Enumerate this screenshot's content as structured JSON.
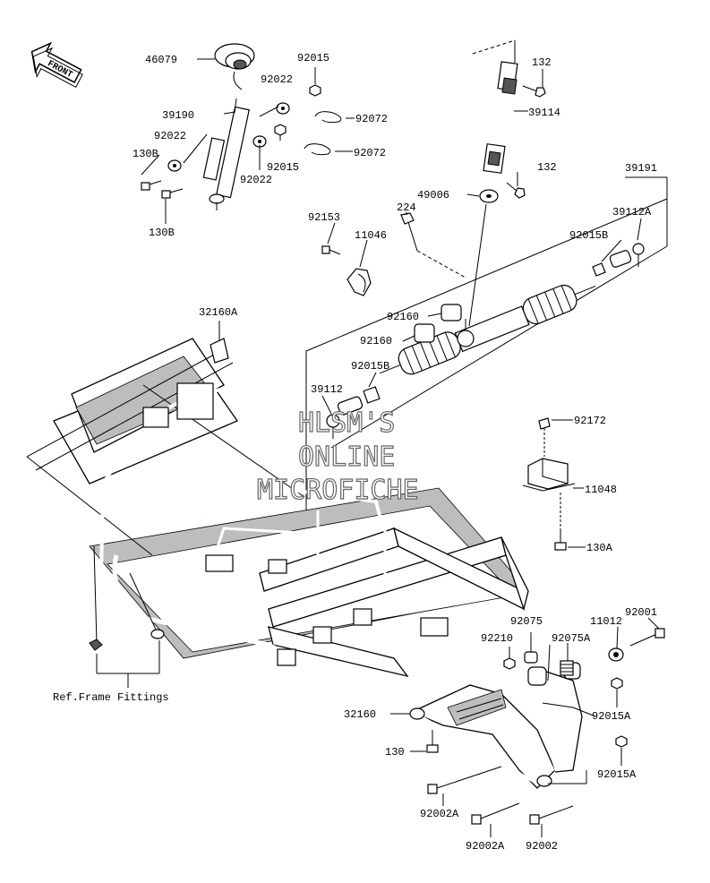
{
  "front_badge": "FRONT",
  "ref_note": "Ref.Frame Fittings",
  "watermark": {
    "line1": "HLSM'S",
    "line2": "ONLINE",
    "line3": "MICROFICHE"
  },
  "parts": [
    {
      "id": "p46079",
      "label": "46079"
    },
    {
      "id": "p92015a",
      "label": "92015"
    },
    {
      "id": "p92022a",
      "label": "92022"
    },
    {
      "id": "p39190",
      "label": "39190"
    },
    {
      "id": "p92022b",
      "label": "92022"
    },
    {
      "id": "p130b1",
      "label": "130B"
    },
    {
      "id": "p92015b",
      "label": "92015"
    },
    {
      "id": "p92022c",
      "label": "92022"
    },
    {
      "id": "p130b2",
      "label": "130B"
    },
    {
      "id": "p92072a",
      "label": "92072"
    },
    {
      "id": "p92072b",
      "label": "92072"
    },
    {
      "id": "p132a",
      "label": "132"
    },
    {
      "id": "p39114",
      "label": "39114"
    },
    {
      "id": "p132b",
      "label": "132"
    },
    {
      "id": "p39191",
      "label": "39191"
    },
    {
      "id": "p49006",
      "label": "49006"
    },
    {
      "id": "p224",
      "label": "224"
    },
    {
      "id": "p39112a",
      "label": "39112A"
    },
    {
      "id": "p92153",
      "label": "92153"
    },
    {
      "id": "p11046",
      "label": "11046"
    },
    {
      "id": "p92015B1",
      "label": "92015B"
    },
    {
      "id": "p32160a",
      "label": "32160A"
    },
    {
      "id": "p92160a",
      "label": "92160"
    },
    {
      "id": "p92160b",
      "label": "92160"
    },
    {
      "id": "p92015B2",
      "label": "92015B"
    },
    {
      "id": "p39112",
      "label": "39112"
    },
    {
      "id": "p92172",
      "label": "92172"
    },
    {
      "id": "p11048",
      "label": "11048"
    },
    {
      "id": "p130a",
      "label": "130A"
    },
    {
      "id": "p92001",
      "label": "92001"
    },
    {
      "id": "p92075",
      "label": "92075"
    },
    {
      "id": "p11012",
      "label": "11012"
    },
    {
      "id": "p92210",
      "label": "92210"
    },
    {
      "id": "p92075a",
      "label": "92075A"
    },
    {
      "id": "p32160",
      "label": "32160"
    },
    {
      "id": "p92015A1",
      "label": "92015A"
    },
    {
      "id": "p130",
      "label": "130"
    },
    {
      "id": "p92015A2",
      "label": "92015A"
    },
    {
      "id": "p92002a1",
      "label": "92002A"
    },
    {
      "id": "p92002a2",
      "label": "92002A"
    },
    {
      "id": "p92002",
      "label": "92002"
    }
  ]
}
